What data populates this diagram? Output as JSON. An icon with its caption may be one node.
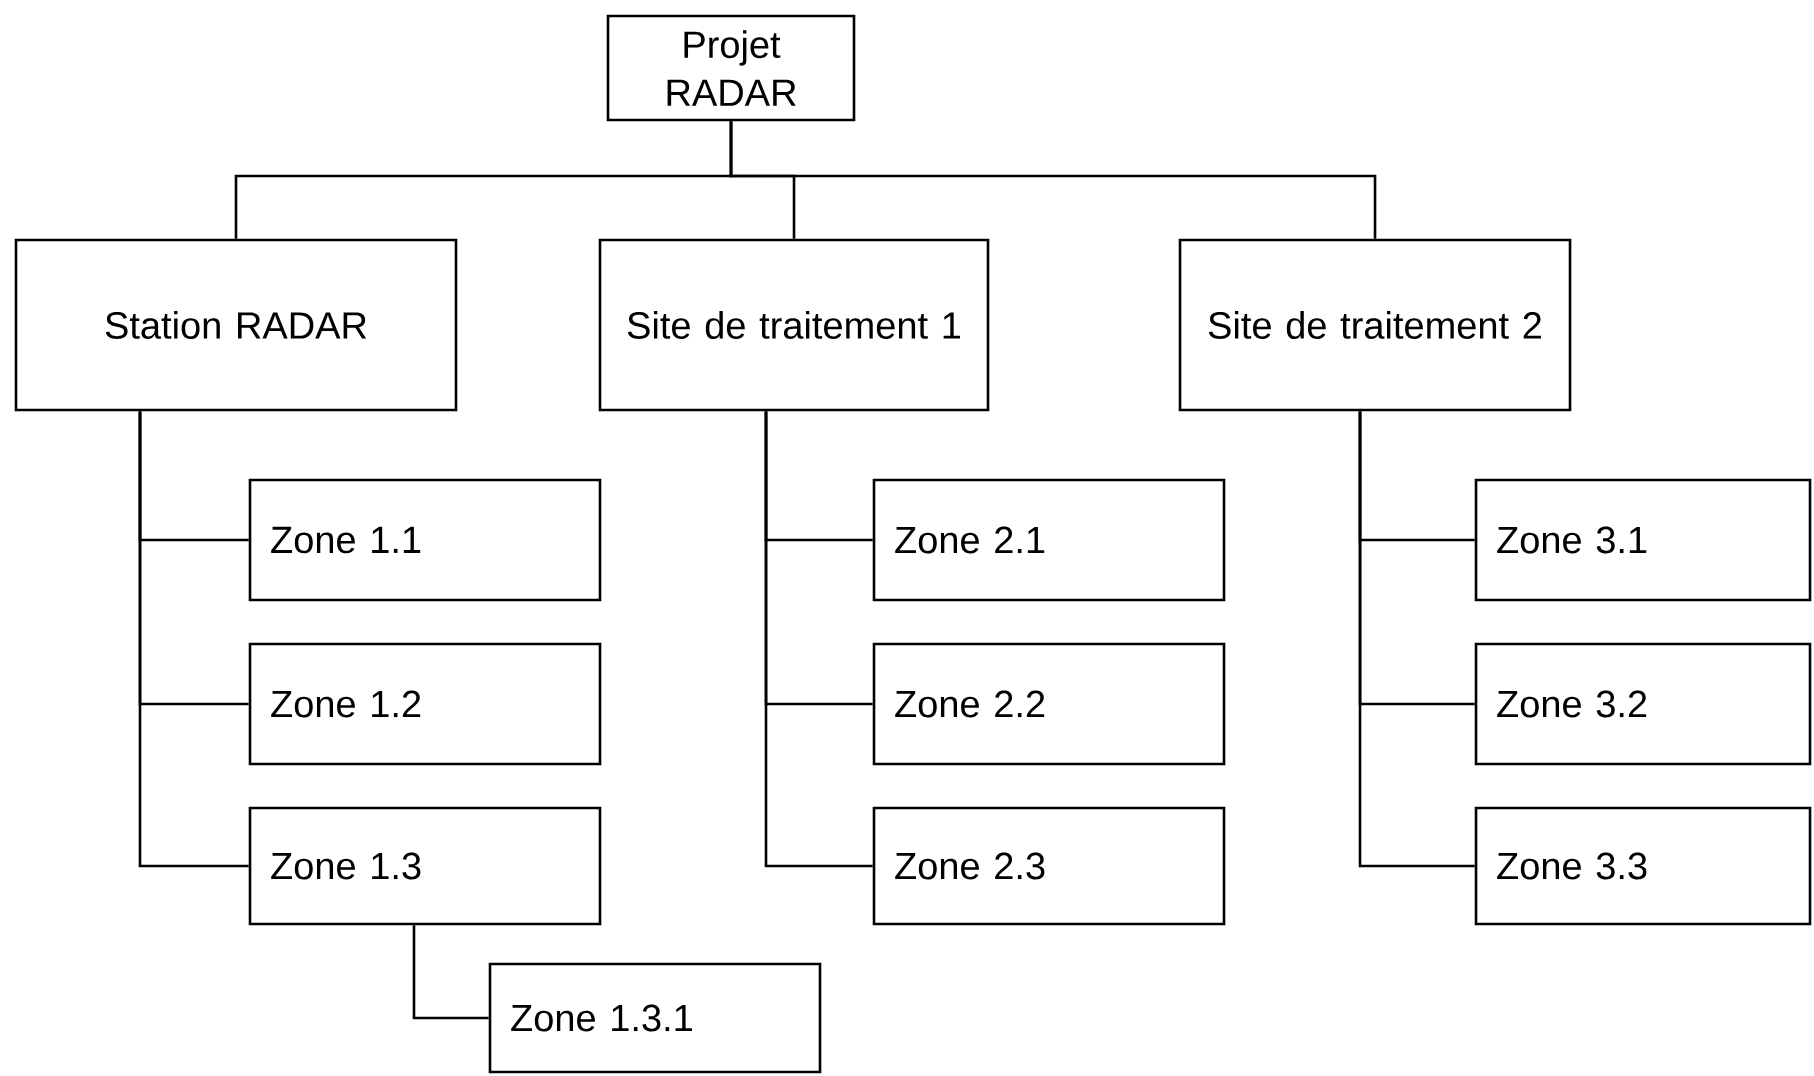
{
  "diagram": {
    "nodes": [
      {
        "text": [
          "Projet RADAR"
        ]
      },
      {
        "text": [
          "Station RADAR"
        ]
      },
      {
        "text": [
          "Site de traitement 1"
        ]
      },
      {
        "text": [
          "Site de traitement 2"
        ]
      },
      {
        "text": [
          "Zone 1.1"
        ]
      },
      {
        "text": [
          "Zone 1.2"
        ]
      },
      {
        "text": [
          "Zone 1.3"
        ]
      },
      {
        "text": [
          "Zone 1.3.1"
        ]
      },
      {
        "text": [
          "Zone 2.1"
        ]
      },
      {
        "text": [
          "Zone 2.2"
        ]
      },
      {
        "text": [
          "Zone 2.3"
        ]
      },
      {
        "text": [
          "Zone 3.1"
        ]
      },
      {
        "text": [
          "Zone 3.2"
        ]
      },
      {
        "text": [
          "Zone 3.3"
        ]
      }
    ],
    "edges": [
      {
        "from": 0,
        "to": 1,
        "arrow": "none"
      },
      {
        "from": 0,
        "to": 2,
        "arrow": "none"
      },
      {
        "from": 0,
        "to": 3,
        "arrow": "none"
      },
      {
        "from": 1,
        "to": 4,
        "arrow": "none"
      },
      {
        "from": 1,
        "to": 5,
        "arrow": "none"
      },
      {
        "from": 1,
        "to": 6,
        "arrow": "none"
      },
      {
        "from": 6,
        "to": 7,
        "arrow": "none"
      },
      {
        "from": 2,
        "to": 8,
        "arrow": "none"
      },
      {
        "from": 2,
        "to": 9,
        "arrow": "none"
      },
      {
        "from": 2,
        "to": 10,
        "arrow": "none"
      },
      {
        "from": 3,
        "to": 11,
        "arrow": "none"
      },
      {
        "from": 3,
        "to": 12,
        "arrow": "none"
      },
      {
        "from": 3,
        "to": 13,
        "arrow": "none"
      }
    ]
  }
}
